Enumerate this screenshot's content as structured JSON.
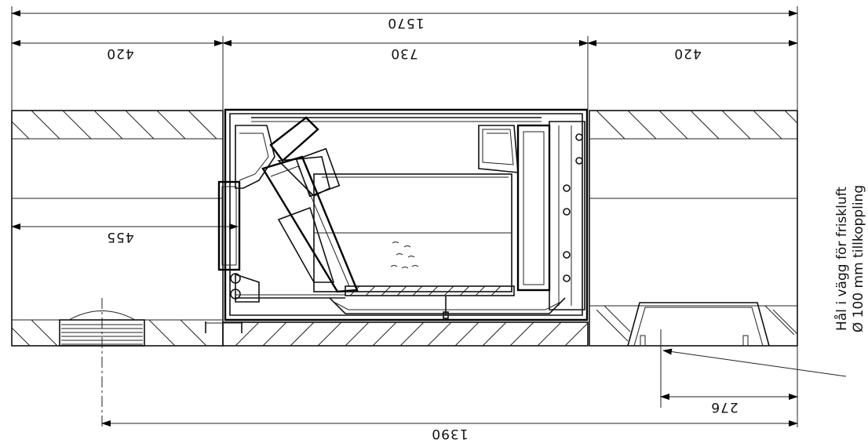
{
  "dimensions": {
    "overall_width": "1570",
    "left_wall": "730",
    "left_segment": "420",
    "right_segment": "420",
    "inner_depth": "455",
    "bottom_span": "1390",
    "offset_right": "276"
  },
  "note": {
    "line1": "Hål i vägg för friskluft",
    "line2": "Ø 100 mm tillkoppling"
  },
  "colors": {
    "line": "#111111",
    "background": "#ffffff"
  }
}
